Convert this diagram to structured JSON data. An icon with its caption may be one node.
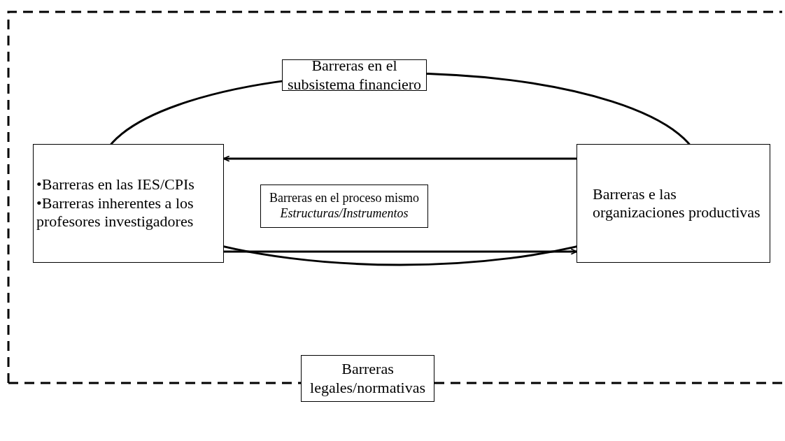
{
  "diagram": {
    "nodes": [
      {
        "text": [
          "Barreras en el subsistema financiero"
        ]
      },
      {
        "text": [
          "•Barreras en las IES/CPIs",
          "•Barreras inherentes a los profesores investigadores"
        ]
      },
      {
        "text": [
          "Barreras en el proceso mismo",
          "Estructuras/Instrumentos"
        ]
      },
      {
        "text": [
          "Barreras e las organizaciones productivas"
        ]
      },
      {
        "text": [
          "Barreras legales/normativas"
        ]
      }
    ],
    "edges": [
      {
        "from": 3,
        "to": 1,
        "arrow": "to"
      },
      {
        "from": 1,
        "to": 3,
        "arrow": "to"
      }
    ]
  }
}
